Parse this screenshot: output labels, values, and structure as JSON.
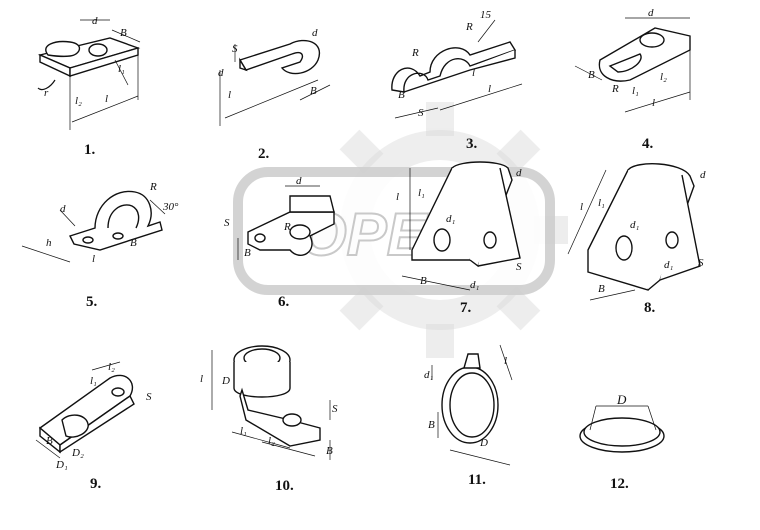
{
  "figures": [
    {
      "number": "1.",
      "labels": [
        "d",
        "B",
        "l₁",
        "l",
        "l₂",
        "r"
      ]
    },
    {
      "number": "2.",
      "labels": [
        "d",
        "S",
        "l",
        "B",
        "d"
      ]
    },
    {
      "number": "3.",
      "labels": [
        "R",
        "15",
        "R",
        "B",
        "l",
        "S",
        "l"
      ]
    },
    {
      "number": "4.",
      "labels": [
        "d",
        "B",
        "R",
        "l₁",
        "l₂",
        "l"
      ]
    },
    {
      "number": "5.",
      "labels": [
        "R",
        "30°",
        "d",
        "h",
        "B",
        "l"
      ]
    },
    {
      "number": "6.",
      "labels": [
        "d",
        "S",
        "R",
        "B"
      ]
    },
    {
      "number": "7.",
      "labels": [
        "l",
        "l₁",
        "d",
        "d₁",
        "B",
        "d₁",
        "S"
      ]
    },
    {
      "number": "8.",
      "labels": [
        "l",
        "l₁",
        "d",
        "d₁",
        "d₁",
        "B",
        "S"
      ]
    },
    {
      "number": "9.",
      "labels": [
        "l₁",
        "l₂",
        "B",
        "D₁",
        "D₂",
        "S"
      ]
    },
    {
      "number": "10.",
      "labels": [
        "l",
        "D",
        "l₁",
        "l₂",
        "S",
        "B"
      ]
    },
    {
      "number": "11.",
      "labels": [
        "d₁",
        "l",
        "B",
        "D"
      ]
    },
    {
      "number": "12.",
      "labels": [
        "D"
      ]
    }
  ],
  "watermark": {
    "text": "OPEX",
    "color": "#d9d9d9"
  }
}
